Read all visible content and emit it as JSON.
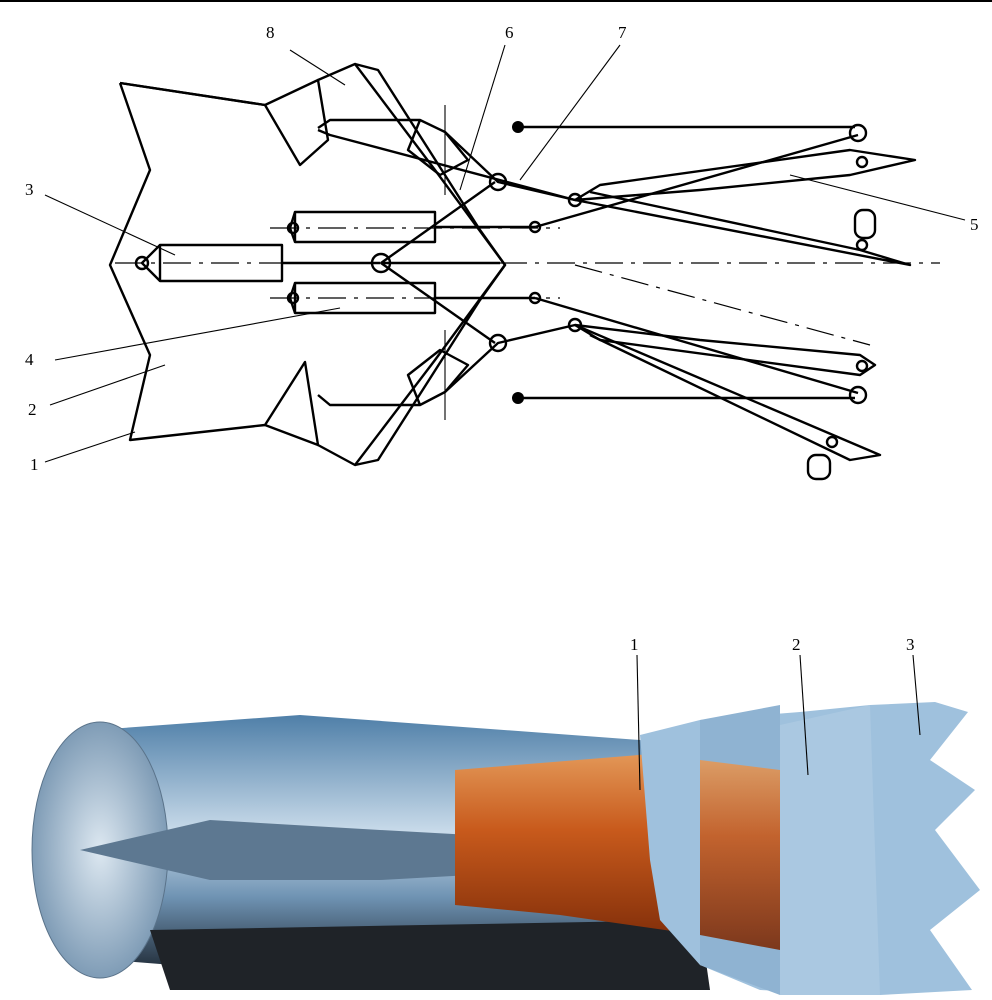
{
  "top_figure": {
    "labels": [
      "1",
      "2",
      "3",
      "4",
      "5",
      "6",
      "7",
      "8"
    ]
  },
  "bottom_figure": {
    "labels": [
      "1",
      "2",
      "3"
    ]
  },
  "colors": {
    "nozzle_blue": "#9fc1dd",
    "afterburner_orange": "#c85a1c",
    "engine_dark": "#2a3a4a"
  }
}
